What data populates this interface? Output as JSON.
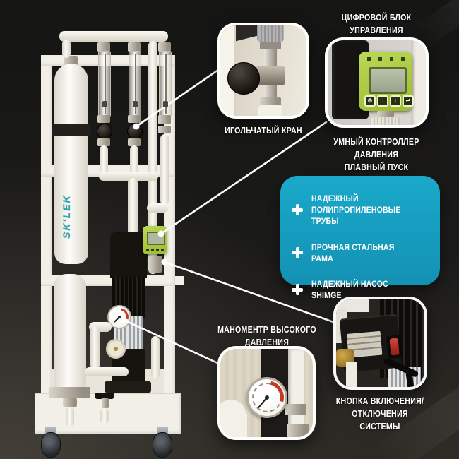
{
  "page": {
    "background_dark": "#181716",
    "background_light": "#46413a",
    "accent_teal": "#18a0c2",
    "line_color": "#ffffff"
  },
  "machine": {
    "logo_text": "SK'LEK",
    "frame_color": "#f2efe7",
    "controller_green": "#a9c83e",
    "gauge_red": "#c6392a"
  },
  "callouts": {
    "digital_block": {
      "title_lines": [
        "ЦИФРОВОЙ БЛОК",
        "УПРАВЛЕНИЯ"
      ]
    },
    "needle_valve": {
      "label": "ИГОЛЬЧАТЫЙ КРАН"
    },
    "smart_controller": {
      "label_lines": [
        "УМНЫЙ КОНТРОЛЛЕР ДАВЛЕНИЯ",
        "ПЛАВНЫЙ ПУСК"
      ],
      "buttons": [
        "⚙",
        "↓",
        "↑",
        "↵"
      ],
      "switch_red": "#b5281e"
    },
    "pressure_gauge": {
      "label_lines": [
        "МАНОМЕНТР ВЫСОКОГО",
        "ДАВЛЕНИЯ"
      ]
    },
    "power_switch": {
      "label_lines": [
        "КНОПКА ВКЛЮЧЕНИЯ/",
        "ОТКЛЮЧЕНИЯ",
        "СИСТЕМЫ"
      ]
    }
  },
  "features": {
    "panel_color": "#18a0c2",
    "items": [
      {
        "label": "НАДЕЖНЫЙ ПОЛИПРОПИЛЕНОВЫЕ ТРУБЫ"
      },
      {
        "label": "ПРОЧНАЯ СТАЛЬНАЯ РАМА"
      },
      {
        "label": "НАДЕЖНЫЙ НАСОС SHIMGE"
      }
    ]
  }
}
